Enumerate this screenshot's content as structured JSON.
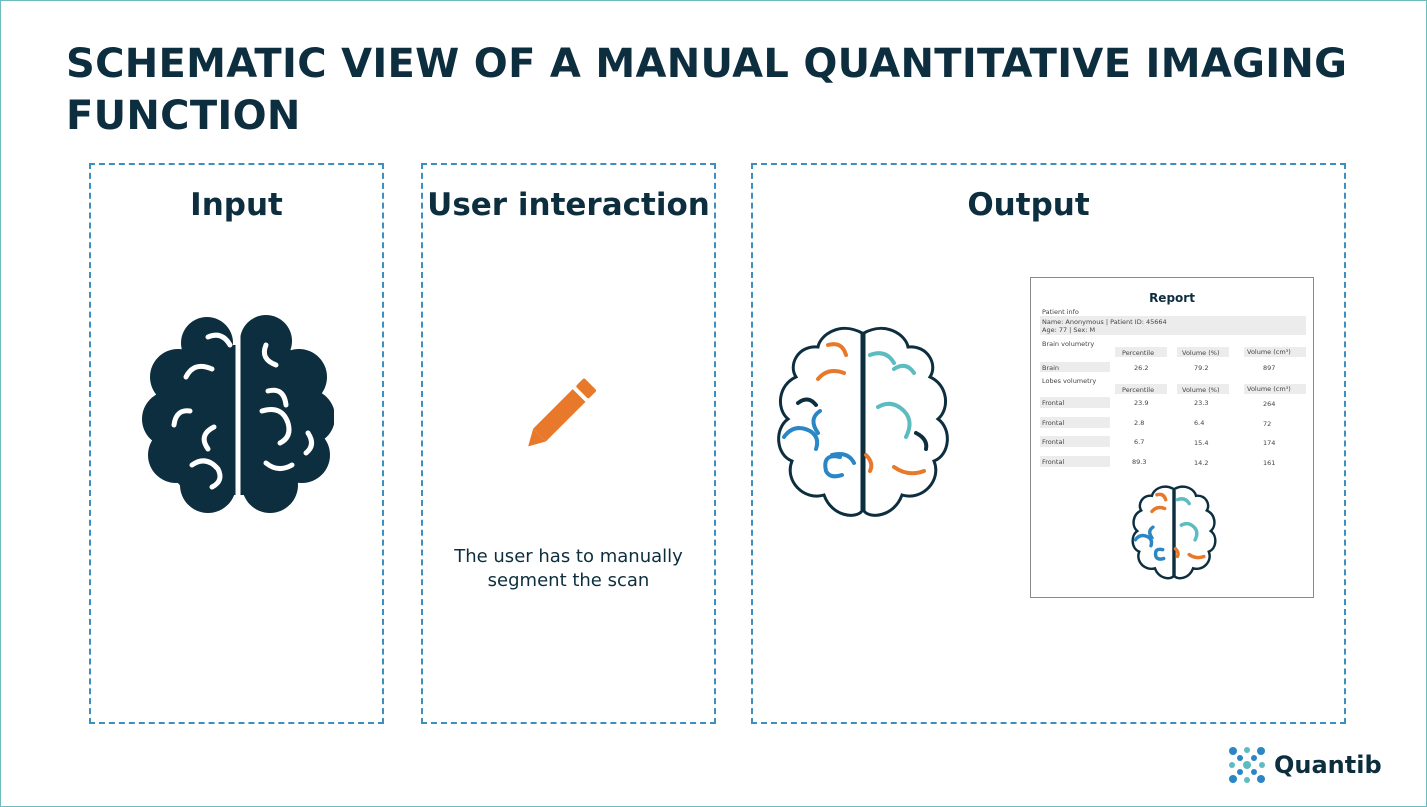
{
  "title": "SCHEMATIC VIEW OF A MANUAL QUANTITATIVE IMAGING FUNCTION",
  "panels": {
    "input": {
      "heading": "Input"
    },
    "user": {
      "heading": "User interaction",
      "caption_line1": "The user has to manually",
      "caption_line2": "segment the scan"
    },
    "output": {
      "heading": "Output"
    }
  },
  "report": {
    "title": "Report",
    "patient_info_label": "Patient info",
    "patient_line1": "Name: Anonymous | Patient ID: 45664",
    "patient_line2": "Age: 77 | Sex: M",
    "brain_section": "Brain volumetry",
    "headers": [
      "Percentile",
      "Volume (%)",
      "Volume (cm³)"
    ],
    "brain_row": {
      "label": "Brain",
      "values": [
        "26.2",
        "79.2",
        "897"
      ]
    },
    "lobes_section": "Lobes volumetry",
    "lobes_headers": [
      "Percentile",
      "Volume (%)",
      "Volume (cm³)"
    ],
    "lobe_rows": [
      {
        "label": "Frontal",
        "values": [
          "23.9",
          "23.3",
          "264"
        ]
      },
      {
        "label": "Frontal",
        "values": [
          "2.8",
          "6.4",
          "72"
        ]
      },
      {
        "label": "Frontal",
        "values": [
          "6.7",
          "15.4",
          "174"
        ]
      },
      {
        "label": "Frontal",
        "values": [
          "89.3",
          "14.2",
          "161"
        ]
      }
    ]
  },
  "logo": {
    "text": "Quantib"
  },
  "colors": {
    "navy": "#0d2e3e",
    "orange": "#e8792b",
    "teal": "#5cbcbf",
    "blue": "#2b86c5",
    "panel_border": "#3d8fc0",
    "frame_border": "#6fbcc0"
  },
  "icons": [
    "brain-filled-icon",
    "pencil-icon",
    "brain-outline-colored-icon",
    "quantib-logo-icon"
  ]
}
